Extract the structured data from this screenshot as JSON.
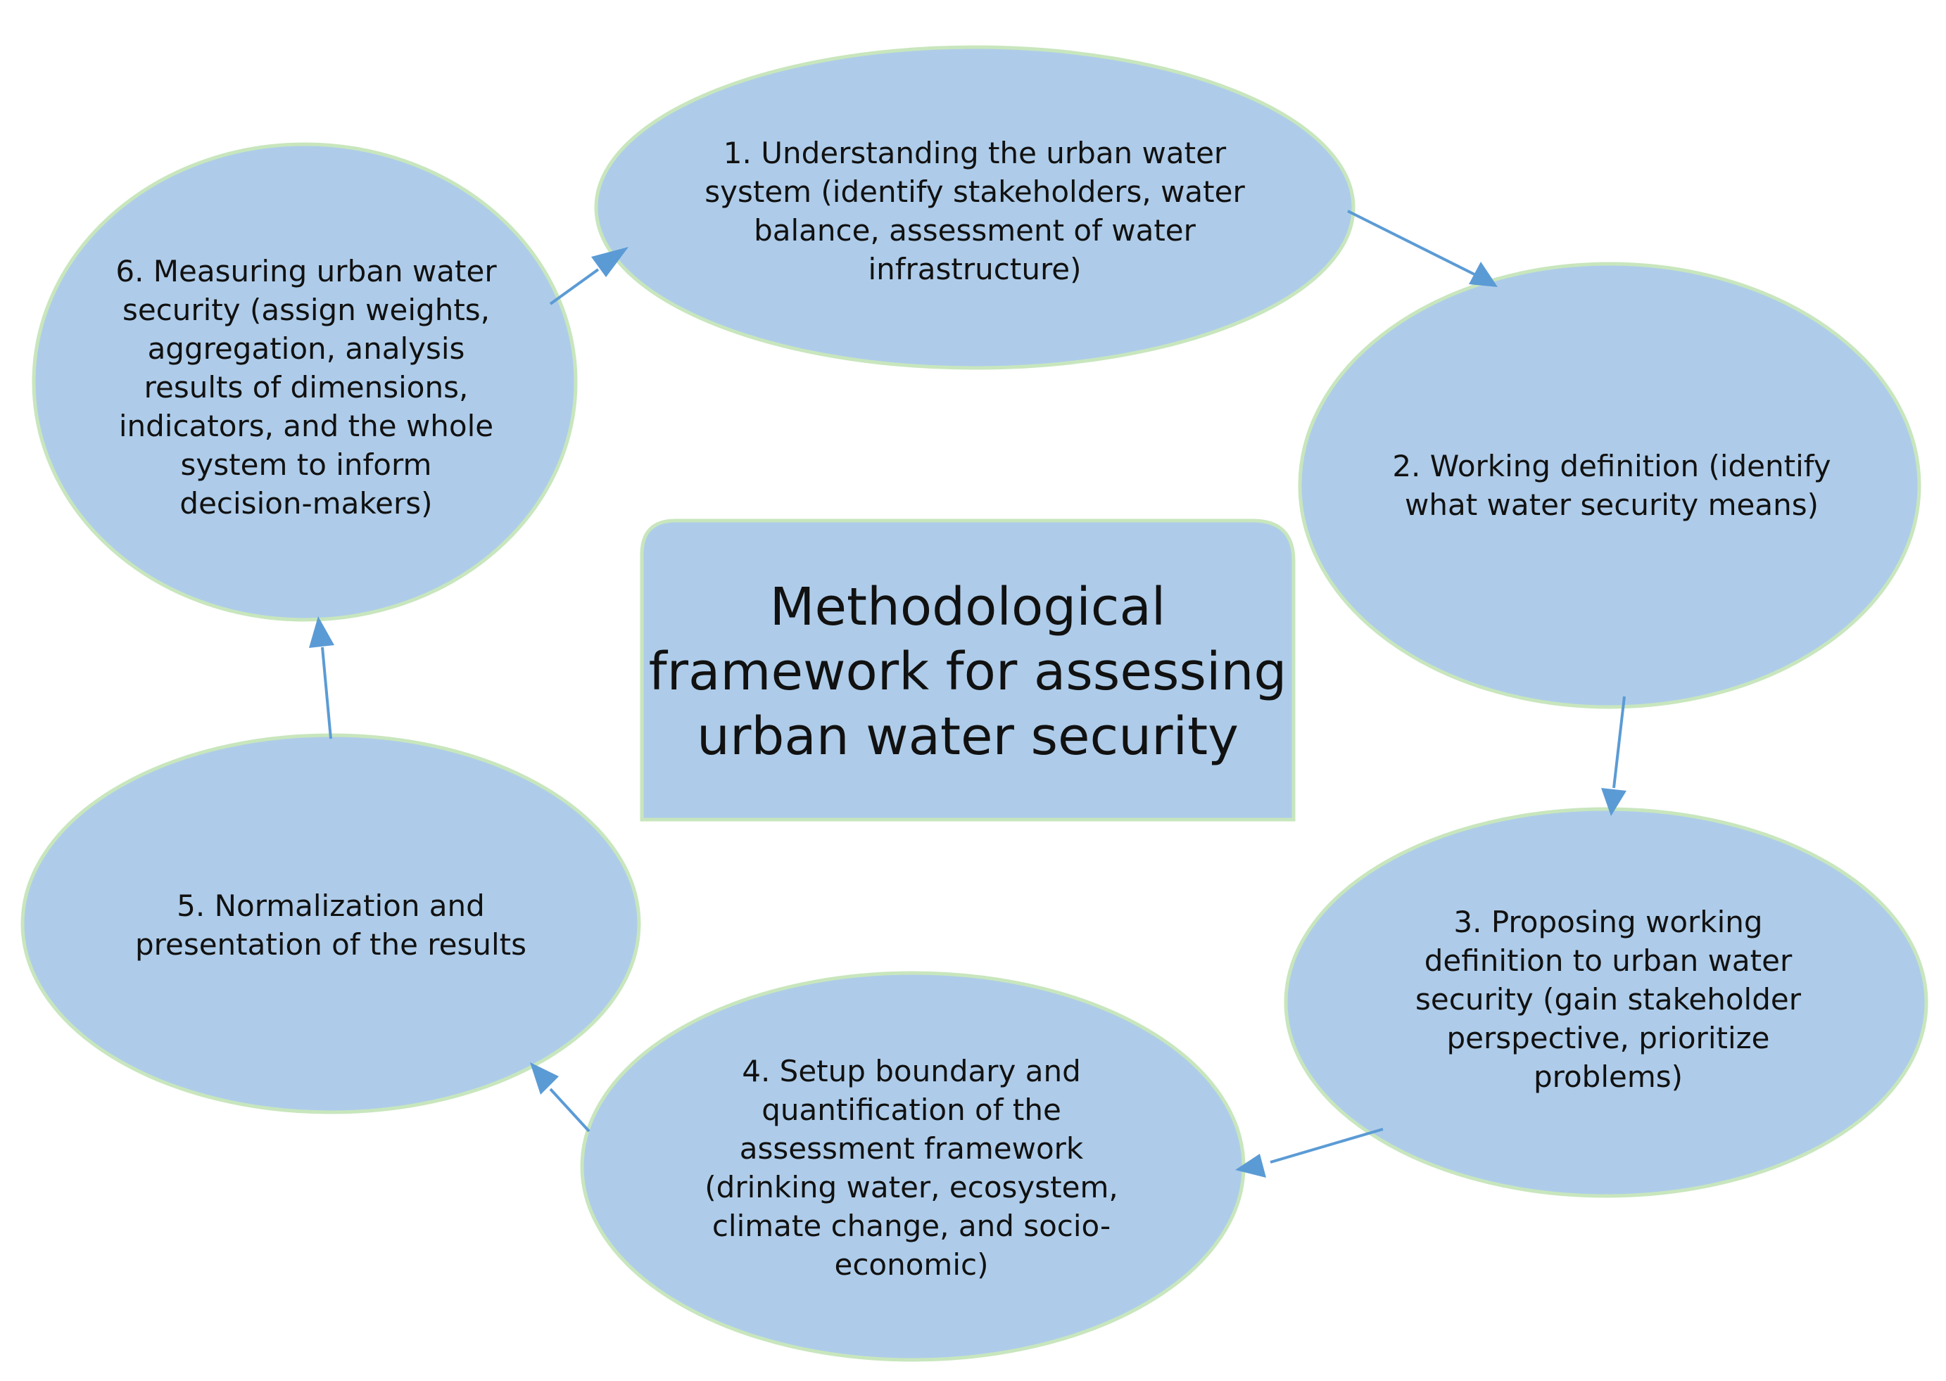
{
  "diagram": {
    "center_title": "Methodological\nframework for assessing\nurban water security",
    "steps": [
      {
        "text": "1. Understanding the urban water\nsystem (identify stakeholders, water\nbalance, assessment of water\ninfrastructure)"
      },
      {
        "text": "2. Working definition (identify\nwhat water security means)"
      },
      {
        "text": "3. Proposing working\ndefinition to urban water\nsecurity (gain stakeholder\nperspective, prioritize\nproblems)"
      },
      {
        "text": "4. Setup boundary and\nquantification of the\nassessment framework\n(drinking water, ecosystem,\nclimate change, and socio-\neconomic)"
      },
      {
        "text": "5. Normalization and\npresentation of the results"
      },
      {
        "text": "6. Measuring urban water\nsecurity (assign weights,\naggregation, analysis\nresults of dimensions,\nindicators, and the whole\nsystem to inform\ndecision-makers)"
      }
    ],
    "colors": {
      "node_fill": "#aecce9",
      "node_border": "#c8e6bd",
      "arrow": "#5b9bd5"
    }
  }
}
